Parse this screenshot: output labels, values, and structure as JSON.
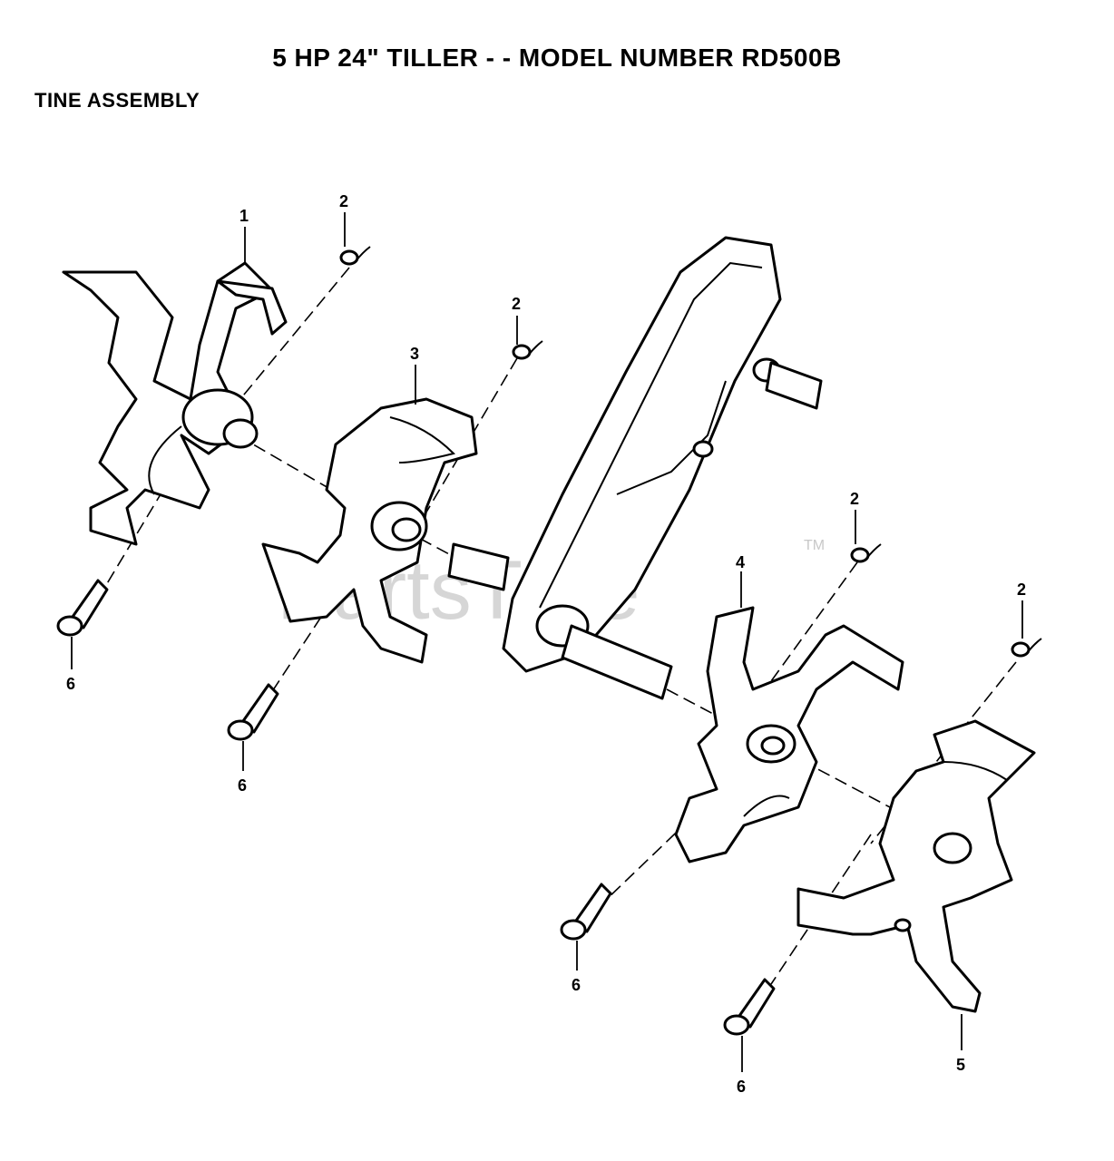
{
  "header": {
    "title": "5 HP 24\" TILLER - - MODEL NUMBER RD500B",
    "subtitle": "TINE ASSEMBLY"
  },
  "watermark": {
    "text": "PartsTree",
    "trademark": "TM"
  },
  "callouts": {
    "c1": "1",
    "c2a": "2",
    "c2b": "2",
    "c2c": "2",
    "c2d": "2",
    "c3": "3",
    "c4": "4",
    "c5": "5",
    "c6a": "6",
    "c6b": "6",
    "c6c": "6",
    "c6d": "6"
  }
}
